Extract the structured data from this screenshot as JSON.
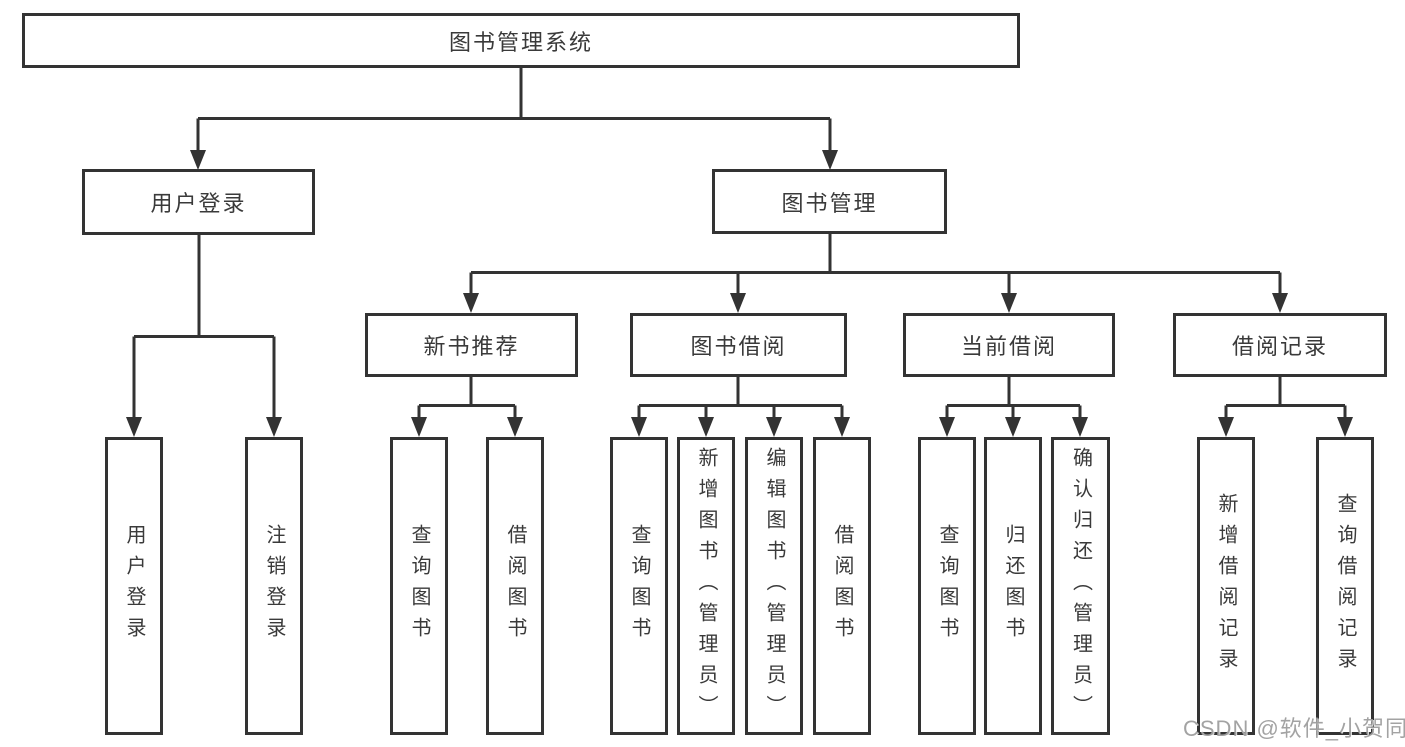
{
  "diagram": {
    "type": "tree-structure-chart",
    "root": {
      "label": "图书管理系统"
    },
    "children": [
      {
        "label": "用户登录",
        "children": [
          {
            "label": "用户登录"
          },
          {
            "label": "注销登录"
          }
        ]
      },
      {
        "label": "图书管理",
        "children": [
          {
            "label": "新书推荐",
            "children": [
              {
                "label": "查询图书"
              },
              {
                "label": "借阅图书"
              }
            ]
          },
          {
            "label": "图书借阅",
            "children": [
              {
                "label": "查询图书"
              },
              {
                "label": "新增图书（管理员）"
              },
              {
                "label": "编辑图书（管理员）"
              },
              {
                "label": "借阅图书"
              }
            ]
          },
          {
            "label": "当前借阅",
            "children": [
              {
                "label": "查询图书"
              },
              {
                "label": "归还图书"
              },
              {
                "label": "确认归还（管理员）"
              }
            ]
          },
          {
            "label": "借阅记录",
            "children": [
              {
                "label": "新增借阅记录"
              },
              {
                "label": "查询借阅记录"
              }
            ]
          }
        ]
      }
    ]
  },
  "watermark": {
    "text": "CSDN @软件_小贺同学"
  },
  "colors": {
    "line": "#333333",
    "box_border": "#333333",
    "box_background": "#ffffff",
    "text": "#3a3a3a",
    "watermark": "#9e9e9e",
    "page_background": "#ffffff"
  }
}
